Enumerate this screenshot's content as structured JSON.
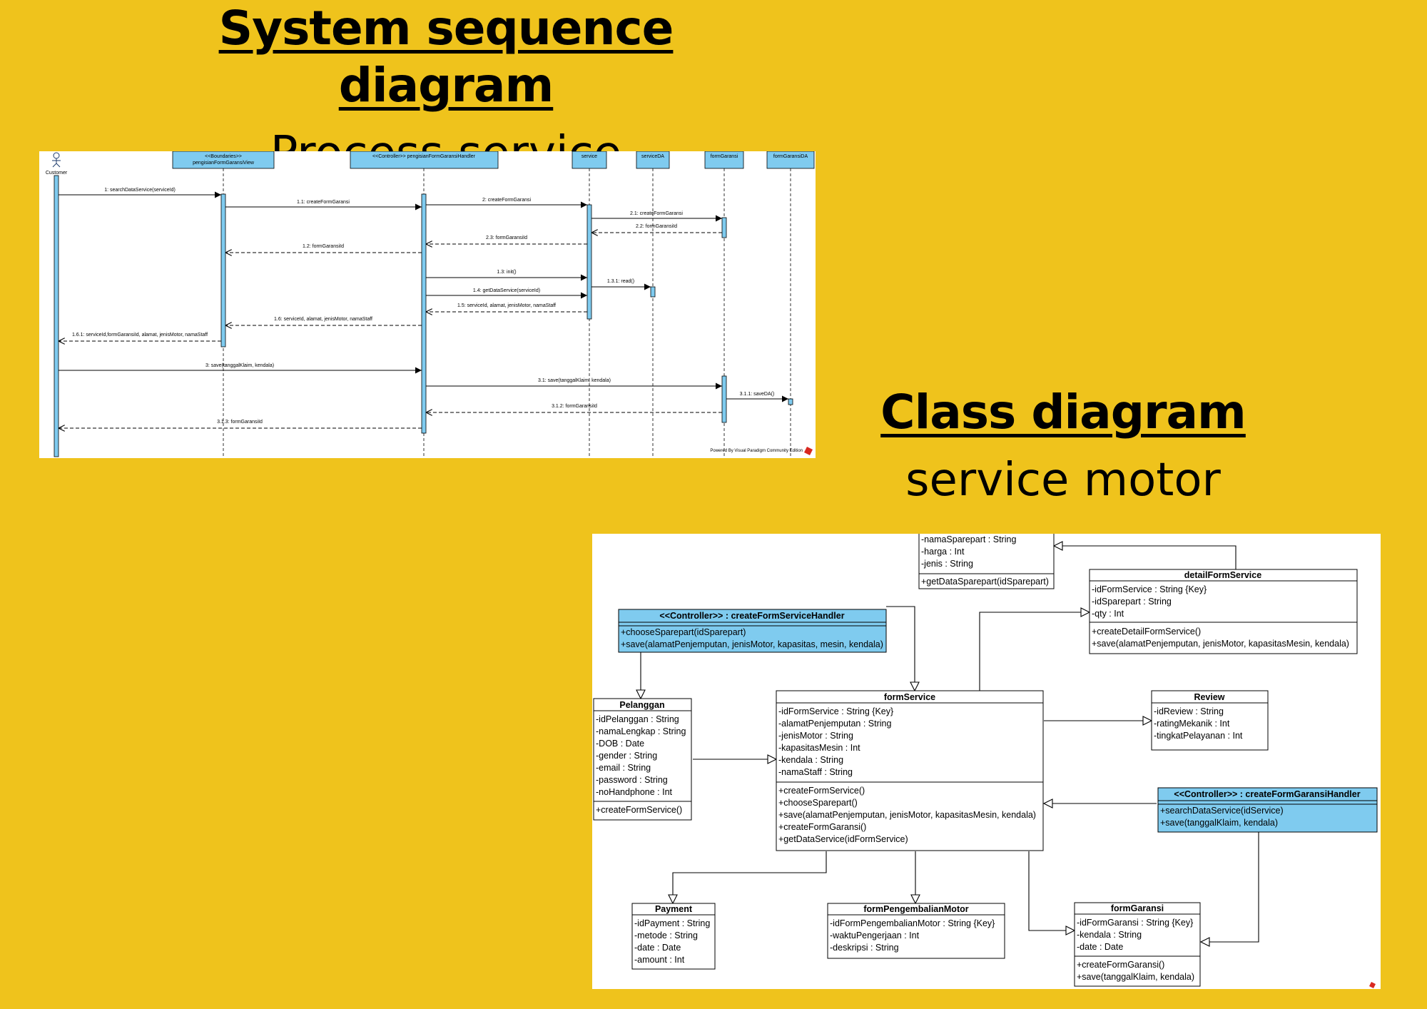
{
  "sequence_section": {
    "title": "System sequence diagram",
    "subtitle": "Process service"
  },
  "class_section": {
    "title": "Class diagram",
    "subtitle": "service motor"
  },
  "sequence": {
    "actor": "Customer",
    "lifelines": [
      {
        "stereotype": "<<Boundaries>>",
        "name": "pengisianFormGaransiView"
      },
      {
        "stereotype": "",
        "name": "<<Controller>> pengisianFormGaransiHandler"
      },
      {
        "stereotype": "",
        "name": "service"
      },
      {
        "stereotype": "",
        "name": "serviceDA"
      },
      {
        "stereotype": "",
        "name": "formGaransi"
      },
      {
        "stereotype": "",
        "name": "formGaransiDA"
      }
    ],
    "messages": [
      "1: searchDataService(serviceId)",
      "1.1: createFormGaransi",
      "2: createFormGaransi",
      "2.1: createFormGaransi",
      "2.2: formGaransiId",
      "2.3: formGaransiId",
      "1.2: formGaransiId",
      "1.3: init()",
      "1.3.1: read()",
      "1.4: getDataService(serviceId)",
      "1.5: serviceId, alamat, jenisMotor, namaStaff",
      "1.6: serviceId, alamat, jenisMotor, namaStaff",
      "1.6.1: serviceId,formGaransiId, alamat, jenisMotor, namaStaff",
      "3: save(tanggalKlaim, kendala)",
      "3.1: save(tanggalKlaim, kendala)",
      "3.1.1: saveDA()",
      "3.1.2: formGaransiId",
      "3.1.3: formGaransiId"
    ],
    "footer": "Powered By Visual Paradigm Community Edition"
  },
  "classes": {
    "sparepart": {
      "name": "",
      "attributes": [
        "-namaSparepart : String",
        "-harga : Int",
        "-jenis : String"
      ],
      "methods": [
        "+getDataSparepart(idSparepart)"
      ]
    },
    "detailFormService": {
      "name": "detailFormService",
      "attributes": [
        "-idFormService : String {Key}",
        "-idSparepart : String",
        "-qty : Int"
      ],
      "methods": [
        "+createDetailFormService()",
        "+save(alamatPenjemputan, jenisMotor, kapasitasMesin, kendala)"
      ]
    },
    "createFormServiceHandler": {
      "name": "<<Controller>> : createFormServiceHandler",
      "attributes": [],
      "methods": [
        "+chooseSparepart(idSparepart)",
        "+save(alamatPenjemputan, jenisMotor, kapasitas, mesin, kendala)"
      ]
    },
    "pelanggan": {
      "name": "Pelanggan",
      "attributes": [
        "-idPelanggan : String",
        "-namaLengkap : String",
        "-DOB : Date",
        "-gender : String",
        "-email : String",
        "-password : String",
        "-noHandphone : Int"
      ],
      "methods": [
        "+createFormService()"
      ]
    },
    "formService": {
      "name": "formService",
      "attributes": [
        "-idFormService : String {Key}",
        "-alamatPenjemputan : String",
        "-jenisMotor : String",
        "-kapasitasMesin : Int",
        "-kendala : String",
        "-namaStaff : String"
      ],
      "methods": [
        "+createFormService()",
        "+chooseSparepart()",
        "+save(alamatPenjemputan, jenisMotor, kapasitasMesin, kendala)",
        "+createFormGaransi()",
        "+getDataService(idFormService)"
      ]
    },
    "review": {
      "name": "Review",
      "attributes": [
        "-idReview : String",
        "-ratingMekanik : Int",
        "-tingkatPelayanan : Int"
      ],
      "methods": []
    },
    "createFormGaransiHandler": {
      "name": "<<Controller>> : createFormGaransiHandler",
      "attributes": [],
      "methods": [
        "+searchDataService(idService)",
        "+save(tanggalKlaim, kendala)"
      ]
    },
    "payment": {
      "name": "Payment",
      "attributes": [
        "-idPayment : String",
        "-metode : String",
        "-date : Date",
        "-amount : Int"
      ],
      "methods": []
    },
    "formPengembalianMotor": {
      "name": "formPengembalianMotor",
      "attributes": [
        "-idFormPengembalianMotor : String {Key}",
        "-waktuPengerjaan : Int",
        "-deskripsi : String"
      ],
      "methods": []
    },
    "formGaransi": {
      "name": "formGaransi",
      "attributes": [
        "-idFormGaransi : String {Key}",
        "-kendala : String",
        "-date : Date"
      ],
      "methods": [
        "+createFormGaransi()",
        "+save(tanggalKlaim, kendala)"
      ]
    }
  },
  "colors": {
    "background": "#efc31c",
    "accent": "#7fcbef"
  }
}
